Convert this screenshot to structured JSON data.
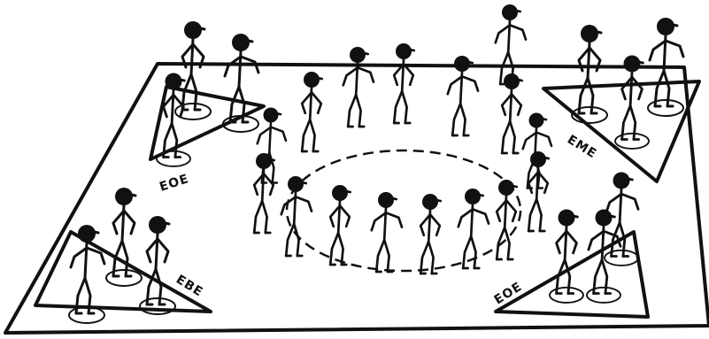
{
  "illustration": {
    "labels": {
      "top_left": "EOE",
      "top_right": "EME",
      "bottom_left": "EBE",
      "bottom_right": "EOE"
    },
    "colors": {
      "ink": "#111111",
      "background": "#ffffff"
    }
  }
}
